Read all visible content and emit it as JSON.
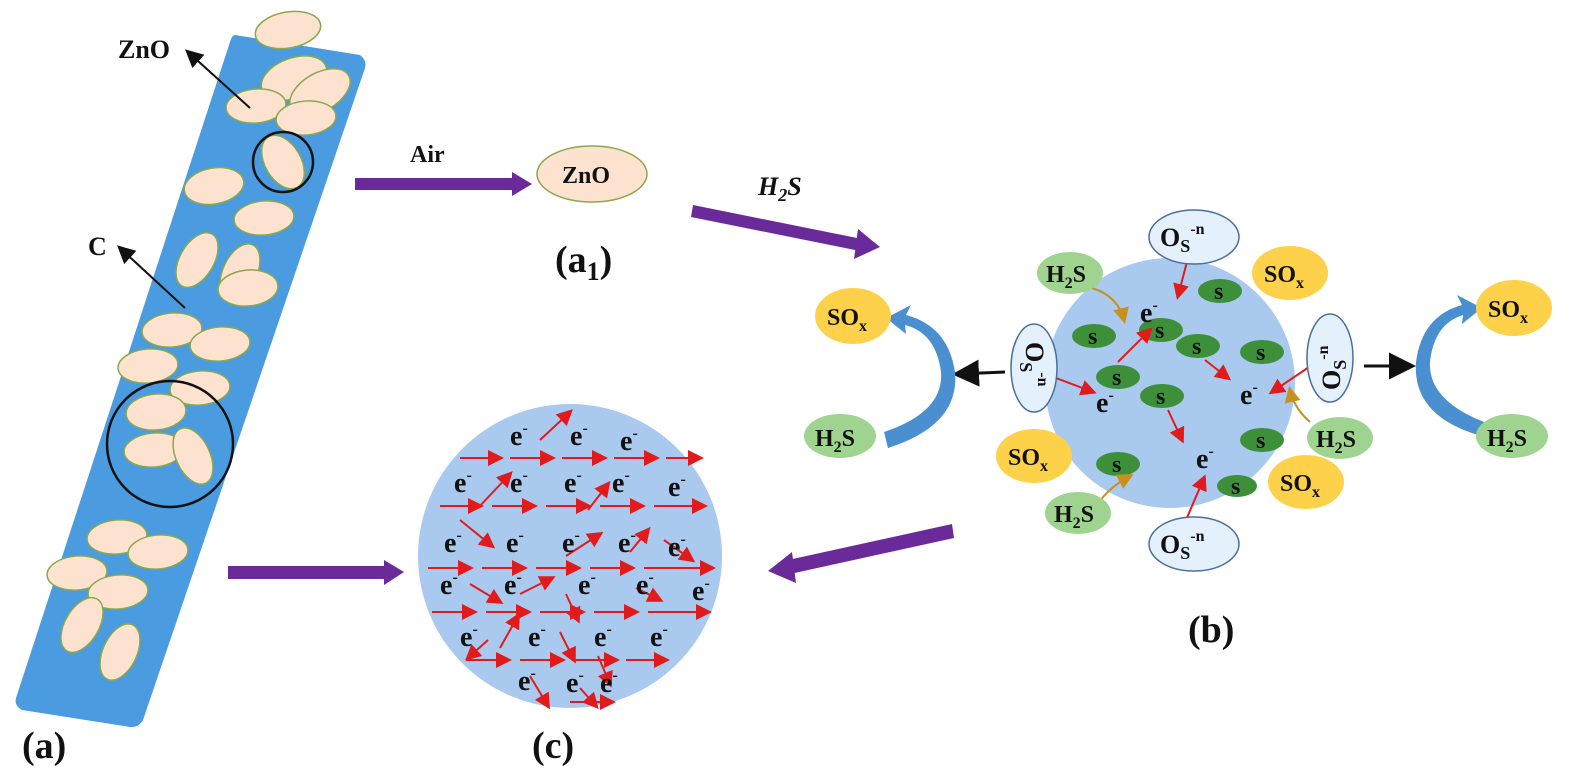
{
  "panels": {
    "a": "(a)",
    "a1": "(a",
    "a1_sub": "1",
    "a1_close": ")",
    "b": "(b)",
    "c": "(c)"
  },
  "labels": {
    "zno_top": "ZnO",
    "c": "C",
    "air": "Air",
    "zno_oval": "ZnO",
    "h2s_arrow": "H",
    "h2s_arrow_sub": "2",
    "h2s_arrow_tail": "S"
  },
  "species": {
    "h2s": "H",
    "h2s_sub": "2",
    "h2s_tail": "S",
    "sox": "SO",
    "sox_sub": "x",
    "os": "O",
    "os_sub": "S",
    "os_sup": "-n",
    "s": "s",
    "electron": "e",
    "electron_sup": "-"
  },
  "colors": {
    "rod": "#4a9be0",
    "particle": "#fde3cf",
    "sphere": "#a9c9ef",
    "s_dot": "#3d8f3a",
    "h2s_fill": "#9ed48f",
    "sox_fill": "#fdd24a",
    "os_fill": "#e4f0fb",
    "arrow_purple": "#6b2a9a",
    "arrow_red": "#e11b1b",
    "arrow_blue": "#4a8fd0"
  }
}
